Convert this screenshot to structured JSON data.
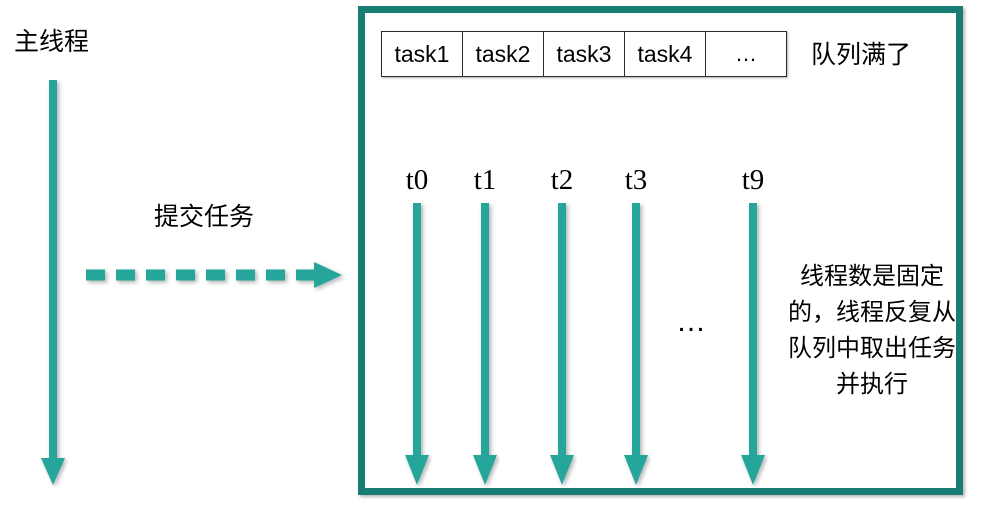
{
  "diagram": {
    "title_left": "主线程",
    "submit_label": "提交任务",
    "queue_full_label": "队列满了",
    "pool_note": "线程数是固定的，线程反复从队列中取出任务并执行",
    "worker_ellipsis": "…",
    "queue": {
      "cells": [
        {
          "label": "task1"
        },
        {
          "label": "task2"
        },
        {
          "label": "task3"
        },
        {
          "label": "task4"
        },
        {
          "label": "…"
        }
      ]
    },
    "workers": [
      {
        "label": "t0"
      },
      {
        "label": "t1"
      },
      {
        "label": "t2"
      },
      {
        "label": "t3"
      },
      {
        "label": "t9"
      }
    ],
    "colors": {
      "arrow_teal": "#26a69a",
      "frame_teal": "#1a7d73",
      "text": "#000000",
      "background": "#ffffff",
      "cell_border": "#2b2b2b"
    }
  }
}
